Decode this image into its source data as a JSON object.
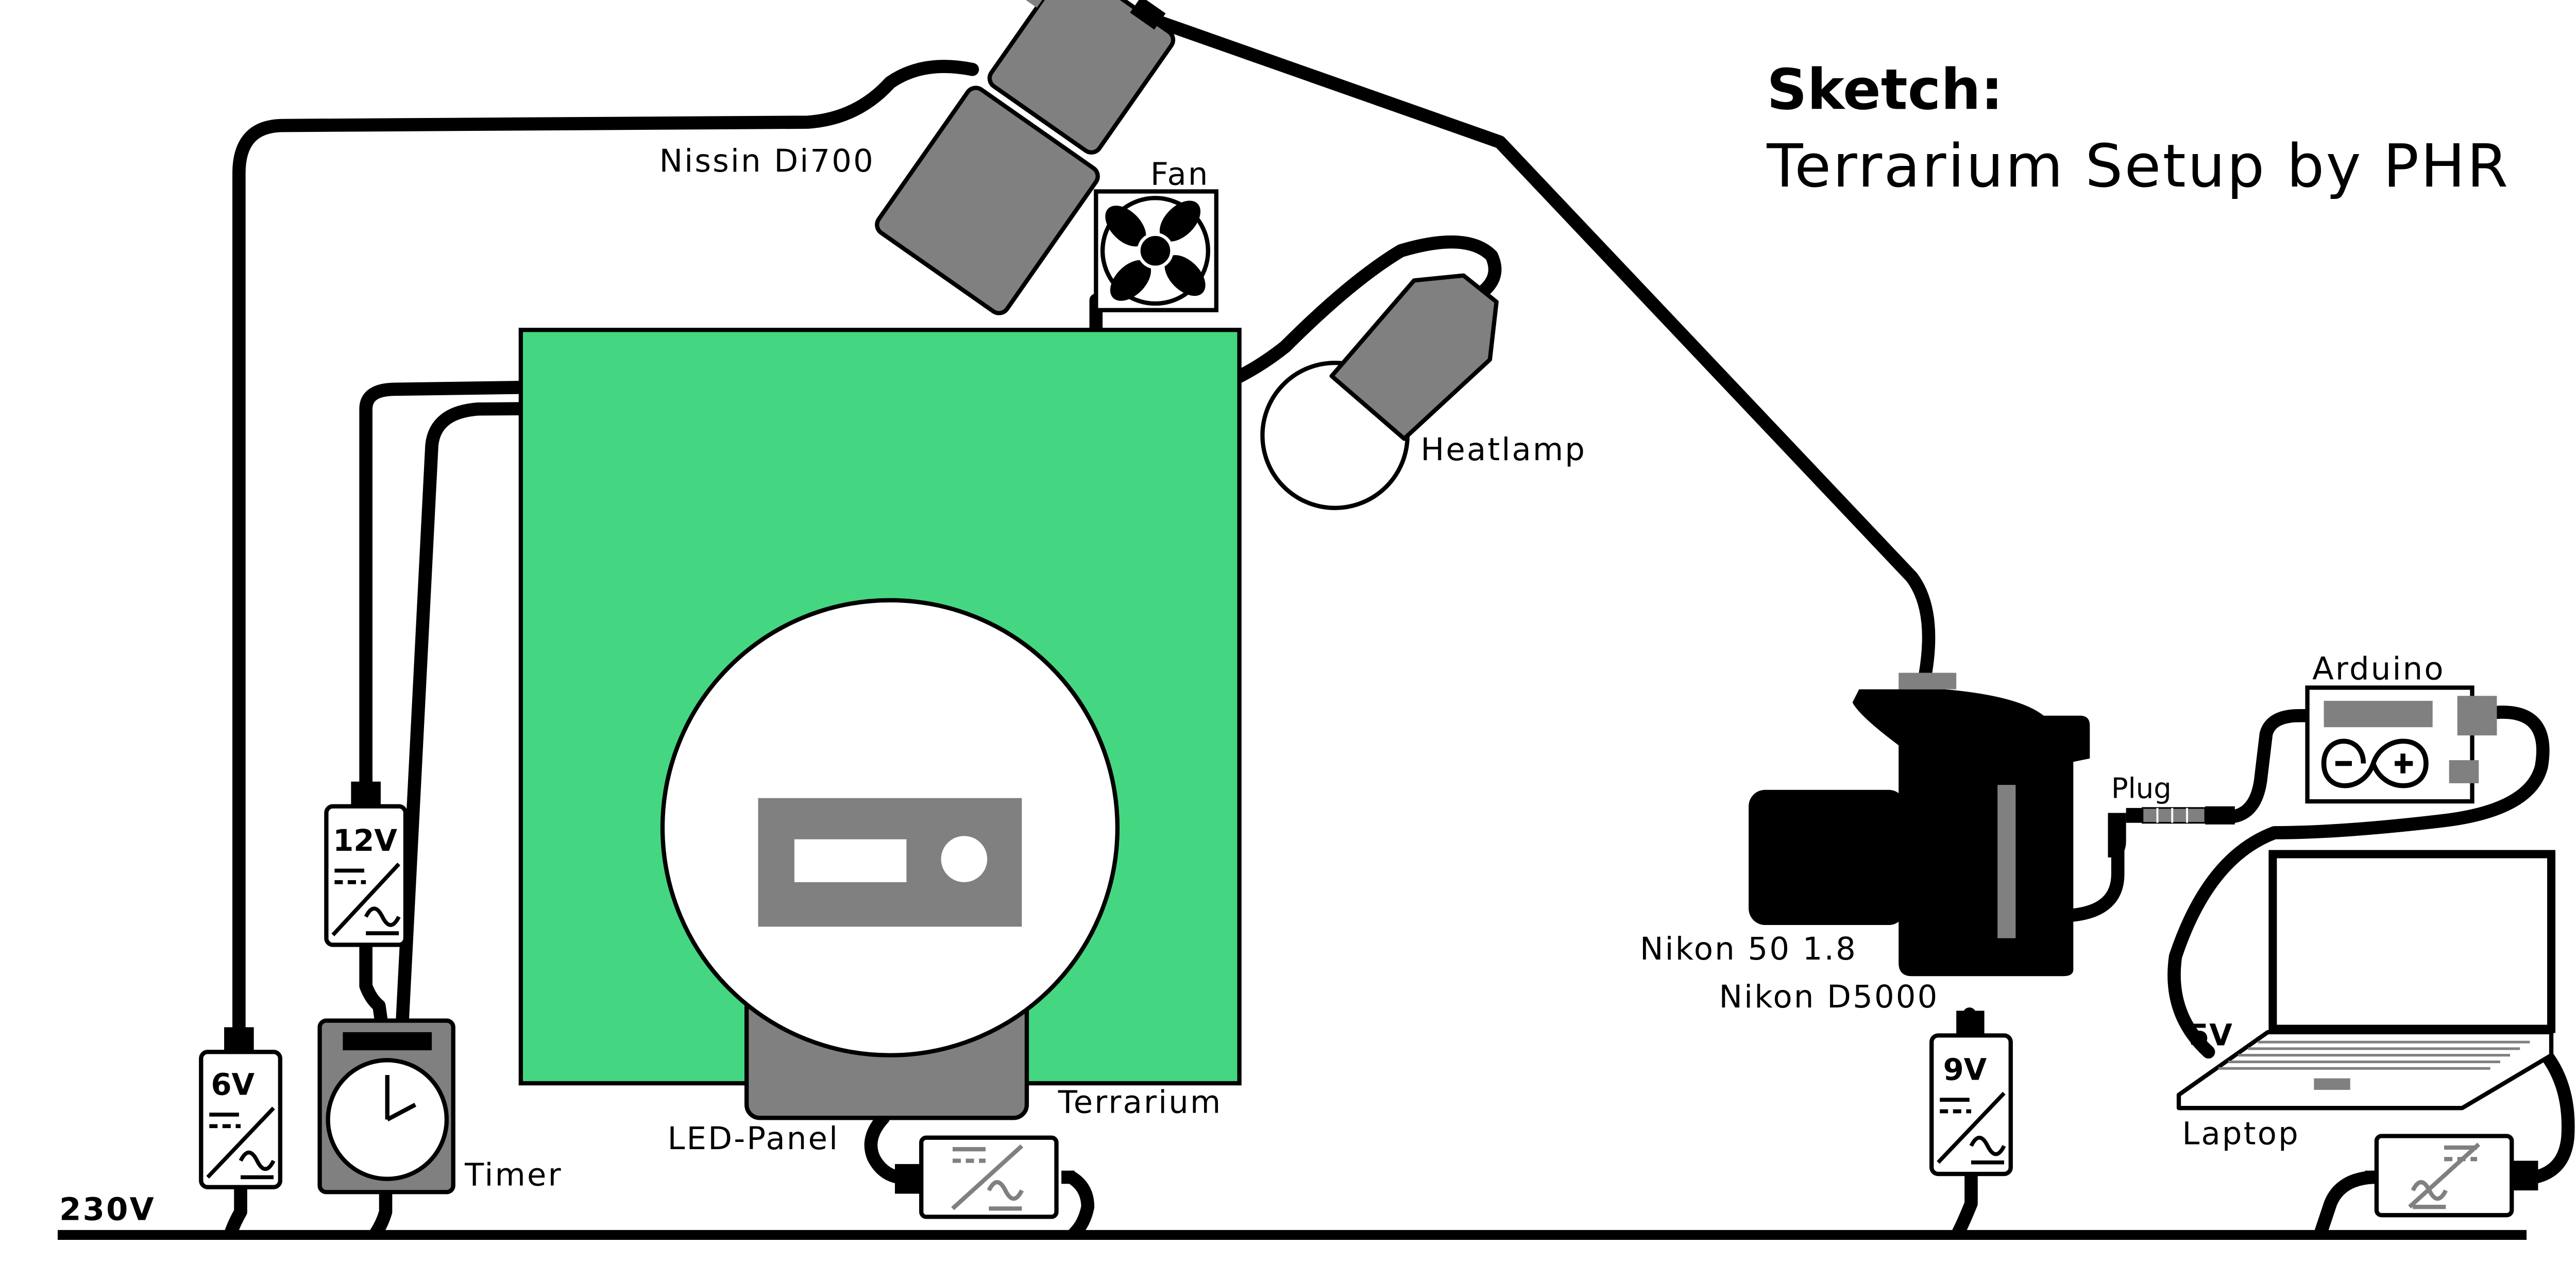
{
  "title": {
    "line1": "Sketch:",
    "line2": "Terrarium Setup by PHR"
  },
  "labels": {
    "flash": "Nissin Di700",
    "fan": "Fan",
    "heatlamp": "Heatlamp",
    "terrarium": "Terrarium",
    "led_panel": "LED-Panel",
    "timer": "Timer",
    "mains": "230V",
    "psu_6v": "6V",
    "psu_12v": "12V",
    "psu_9v": "9V",
    "lens": "Nikon 50 1.8",
    "camera": "Nikon D5000",
    "plug": "Plug",
    "arduino": "Arduino",
    "laptop_voltage": "5V",
    "laptop": "Laptop"
  },
  "colors": {
    "terrarium": "#45d681",
    "device_gray": "#808080",
    "ink": "#000000",
    "background": "#ffffff"
  },
  "icons": [
    "fan-icon",
    "clock-icon",
    "dc-ac-converter-icon",
    "arduino-infinity-icon"
  ]
}
